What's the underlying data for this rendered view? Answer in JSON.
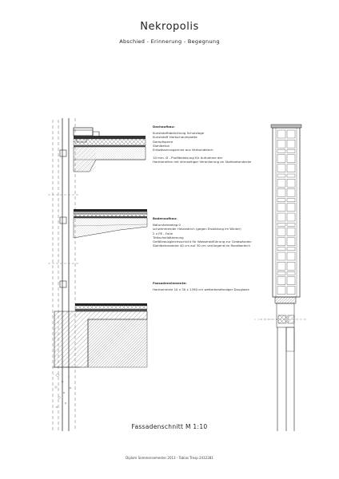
{
  "header": {
    "title": "Nekropolis",
    "subtitle": "Abschied - Erinnerung - Begegnung"
  },
  "specs": {
    "roof": {
      "heading": "Dachaufbau:",
      "lines": [
        "Kunststoffabdichtung Schutzlage",
        "Kunststoff Hartschaumplatte",
        "Dampfsperre",
        "Stahlbeton",
        "Entwässerungsrinne aus Verbundblech"
      ],
      "note_lines": [
        "10 mm. Ø - Profilbeleisung für Aufnahme der",
        "Holzlamellen mit stirnseitiger Verankerung an Stahlbetondecke"
      ]
    },
    "floor": {
      "heading": "Bodenaufbau:",
      "lines": [
        "Natursteinbelag 0",
        "schwimmender Heizestrich (gegen Eisbildung im Winter)",
        "2 x PE - Folie",
        "Trittschalldämmung",
        "Gefälleausgleichsschicht für Wasserabführung zur Grabwänden",
        "Stahlbetondecke 40 cm auf 30 cm verjüngend im Randbereich"
      ]
    },
    "facade": {
      "heading": "Fassadenelemente:",
      "lines": [
        "Holzlammele 10 x 30 x 1390 cm  wetterbeständiger Douglasie"
      ]
    }
  },
  "caption": "Fassadenschnitt M 1:10",
  "footer": "Diplom Sommersemester 2013 - Tobias Tresp 2412281"
}
